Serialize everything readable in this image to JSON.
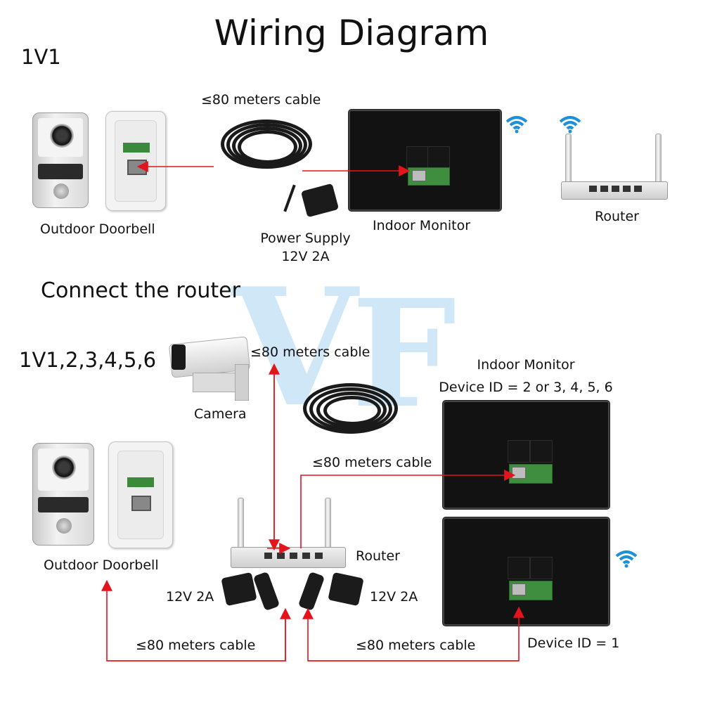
{
  "title": "Wiring Diagram",
  "section1": {
    "label": "1V1",
    "cable_label": "≤80 meters cable",
    "doorbell_label": "Outdoor Doorbell",
    "monitor_label": "Indoor Monitor",
    "router_label": "Router",
    "psu_label_line1": "Power Supply",
    "psu_label_line2": "12V 2A"
  },
  "section2": {
    "heading": "Connect the router",
    "label": "1V1,2,3,4,5,6",
    "camera_label": "Camera",
    "cable_label_top": "≤80 meters cable",
    "monitor_title": "Indoor Monitor",
    "monitor_device_id": "Device ID = 2 or 3, 4, 5, 6",
    "cable_label_monitor": "≤80 meters cable",
    "router_label": "Router",
    "doorbell_label": "Outdoor Doorbell",
    "psu_left": "12V 2A",
    "psu_right": "12V 2A",
    "cable_label_bottom_left": "≤80 meters cable",
    "cable_label_bottom_right": "≤80 meters cable",
    "monitor2_device_id": "Device ID = 1"
  },
  "colors": {
    "arrow": "#e3141b",
    "wifi": "#1e90d8",
    "watermark": "#a8d4ef"
  }
}
